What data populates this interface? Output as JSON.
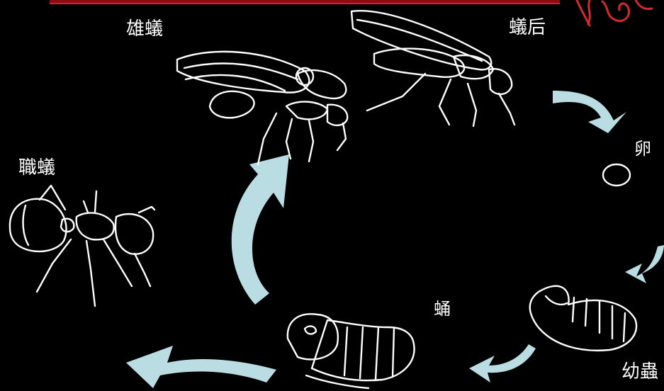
{
  "diagram": {
    "stages": {
      "male": "雄蟻",
      "queen": "蟻后",
      "egg": "卵",
      "larva": "幼蟲",
      "pupa": "蛹",
      "worker": "職蟻"
    },
    "colors": {
      "background": "#000000",
      "arrow": "#b9dde2",
      "outline": "#ffffff",
      "banner": "#8b0d14"
    },
    "icons": [
      "male-ant-drawing",
      "queen-ant-drawing",
      "egg-drawing",
      "larva-drawing",
      "pupa-drawing",
      "worker-ant-drawing",
      "cycle-arrow-icon"
    ]
  }
}
